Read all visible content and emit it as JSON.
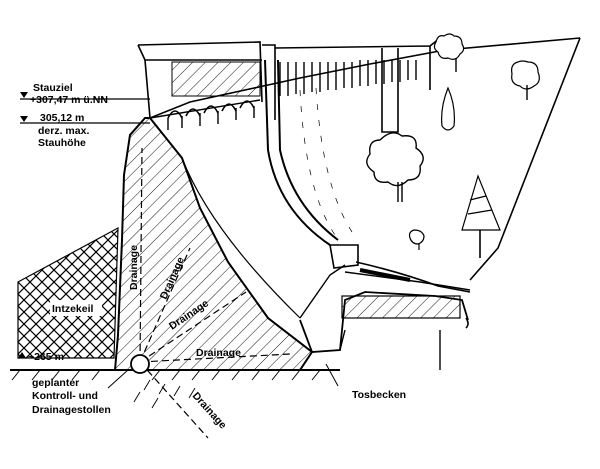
{
  "labels": {
    "stauziel_line1": "Stauziel",
    "stauziel_line2": "+307,47  m  ü.NN",
    "max_line1": "305,12  m",
    "max_line2": "derz.  max.",
    "max_line3": "Stauhöhe",
    "intzekeil": "Intzekeil",
    "elevation": "~265  m",
    "stollen_line1": "geplanter",
    "stollen_line2": "Kontroll-   und",
    "stollen_line3": "Drainagestollen",
    "tosbecken": "Tosbecken",
    "drainage_vertical": "Drainage",
    "drainage_diag_upper": "Drainage",
    "drainage_diag_lower": "Drainage",
    "drainage_horizontal": "Drainage",
    "drainage_bottom": "Drainage"
  },
  "colors": {
    "ink": "#000000",
    "paper": "#ffffff"
  }
}
